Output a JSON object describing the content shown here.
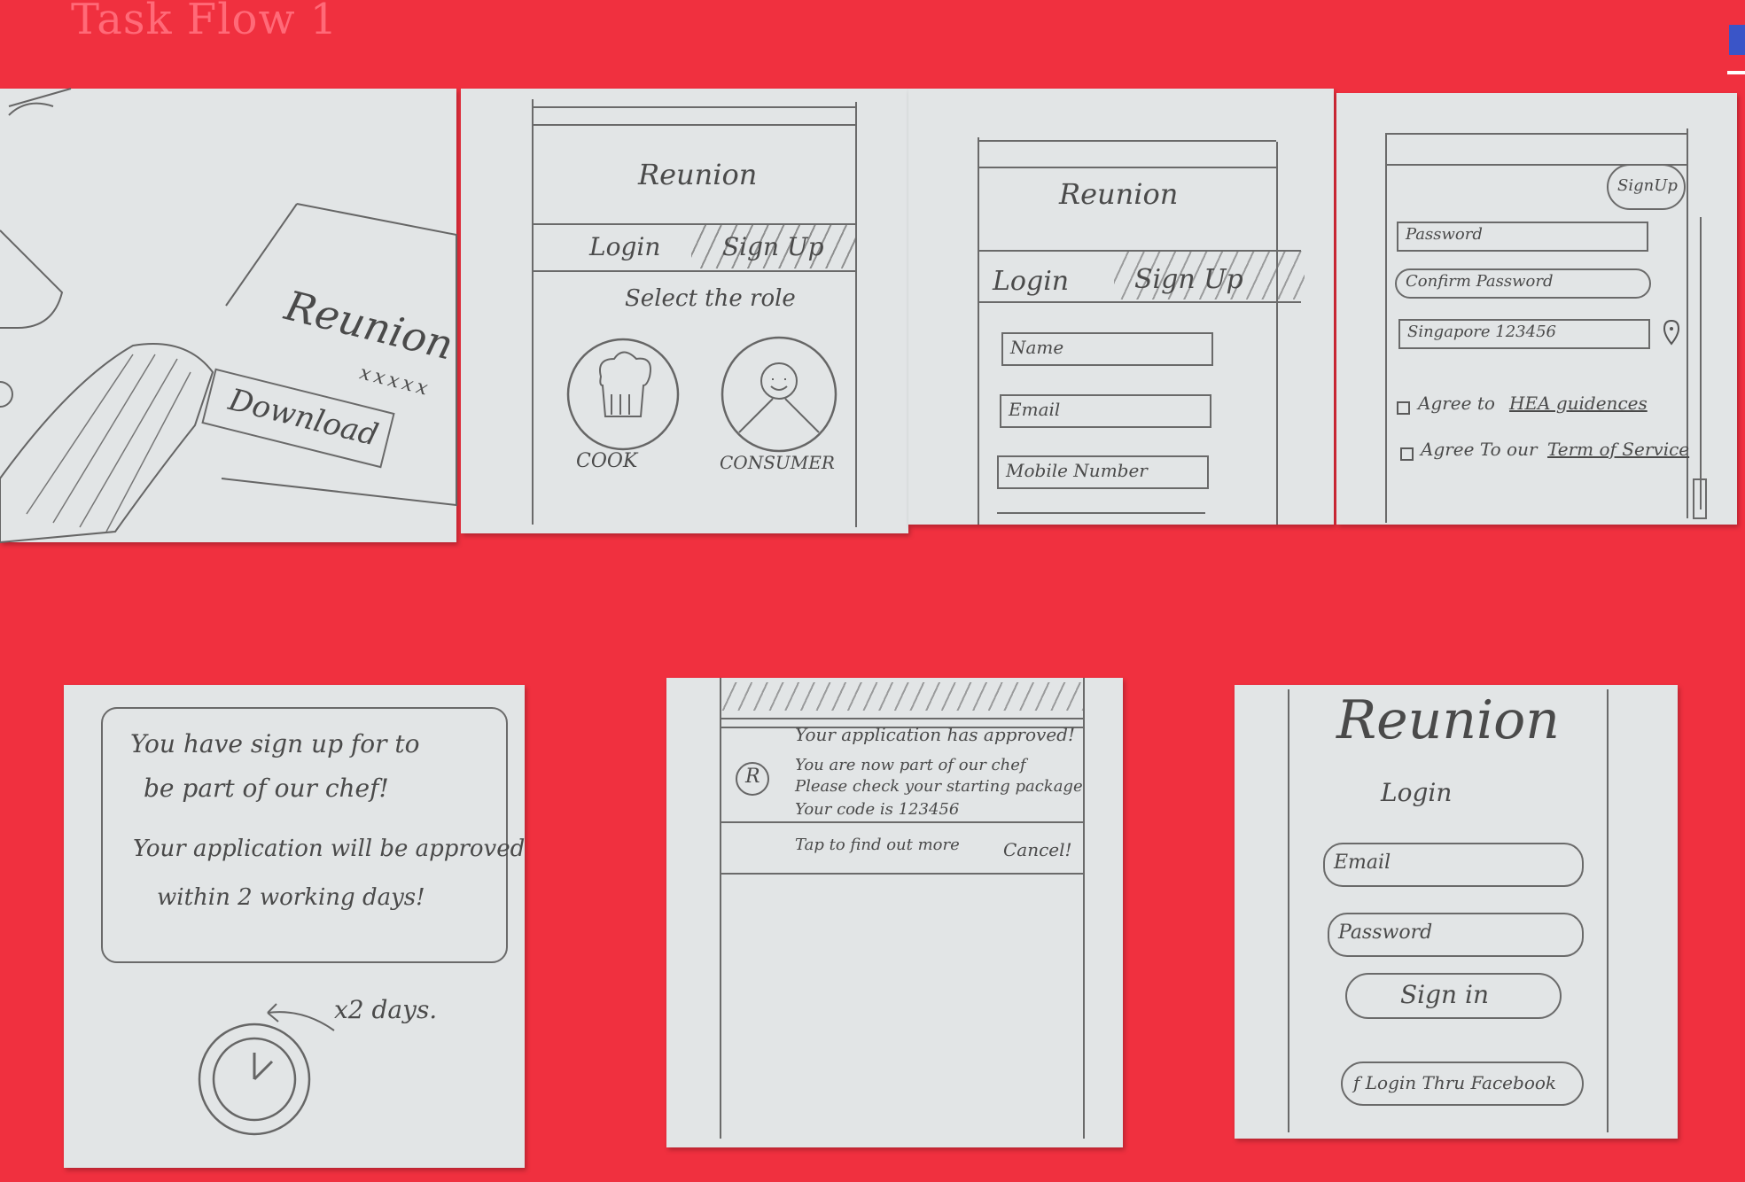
{
  "board": {
    "title": "Task Flow 1"
  },
  "note1": {
    "app_name": "Reunion",
    "stars": "xxxxx",
    "download_label": "Download"
  },
  "note2": {
    "app_name": "Reunion",
    "login_tab": "Login",
    "signup_tab": "Sign Up",
    "select_role": "Select the role",
    "cook_label": "COOK",
    "consumer_label": "CONSUMER"
  },
  "note3": {
    "app_name": "Reunion",
    "login_tab": "Login",
    "signup_tab": "Sign Up",
    "fields": [
      "Name",
      "Email",
      "Mobile Number"
    ]
  },
  "note4": {
    "signup_button": "SignUp",
    "fields": [
      "Password",
      "Confirm Password",
      "Singapore 123456"
    ],
    "agree_prefix_1": "Agree to",
    "agree_link_1": "HEA guidences",
    "agree_prefix_2": "Agree To our",
    "agree_link_2": "Term of Service"
  },
  "note5": {
    "message_1": "You have sign up for to",
    "message_2": "be part of our chef!",
    "message_3": "Your application will be approved",
    "message_4": "within 2 working days!",
    "days_label": "x2 days."
  },
  "note6": {
    "badge": "R",
    "line_1": "Your application has approved!",
    "line_2": "You are now part of our chef",
    "line_3": "Please check your starting package",
    "line_4": "Your code is 123456",
    "line_5": "Tap to find out more",
    "cancel": "Cancel!"
  },
  "note7": {
    "app_name": "Reunion",
    "login_heading": "Login",
    "email_placeholder": "Email",
    "password_placeholder": "Password",
    "signin_label": "Sign in",
    "facebook_label": "f Login Thru Facebook"
  }
}
